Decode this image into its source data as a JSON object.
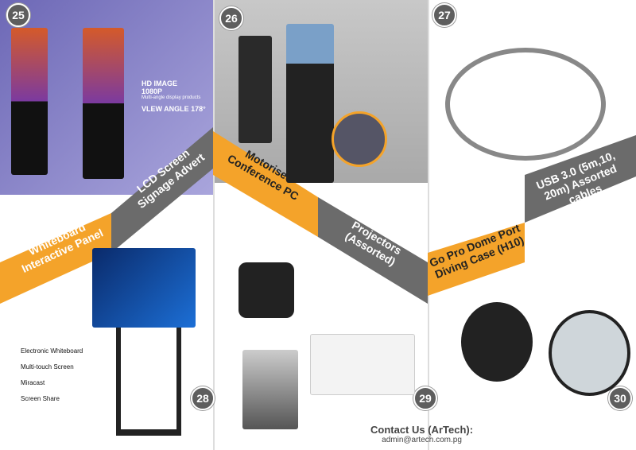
{
  "sections": [
    {
      "number": "25",
      "title": "LCD Screen Signage Advert",
      "specs": [
        "HD IMAGE",
        "1080P",
        "Multi-angle display products",
        "VLEW ANGLE 178°"
      ]
    },
    {
      "number": "26",
      "title": "Motorised Conference PC"
    },
    {
      "number": "27",
      "title": "USB 3.0 (5m,10, 20m) Assorted cables"
    },
    {
      "number": "28",
      "title": "Whiteboard Interactive Panel",
      "features": [
        "Electronic Whiteboard",
        "Multi-touch Screen",
        "Miracast",
        "Screen Share"
      ]
    },
    {
      "number": "29",
      "title": "Projectors (Assorted)"
    },
    {
      "number": "30",
      "title": "Go Pro Dome Port Diving Case (H10)"
    }
  ],
  "contact": {
    "heading": "Contact Us (ArTech):",
    "email": "admin@artech.com.pg"
  },
  "colors": {
    "orange": "#f4a32a",
    "gray": "#6b6b6b",
    "purple": "#8a86c8"
  }
}
